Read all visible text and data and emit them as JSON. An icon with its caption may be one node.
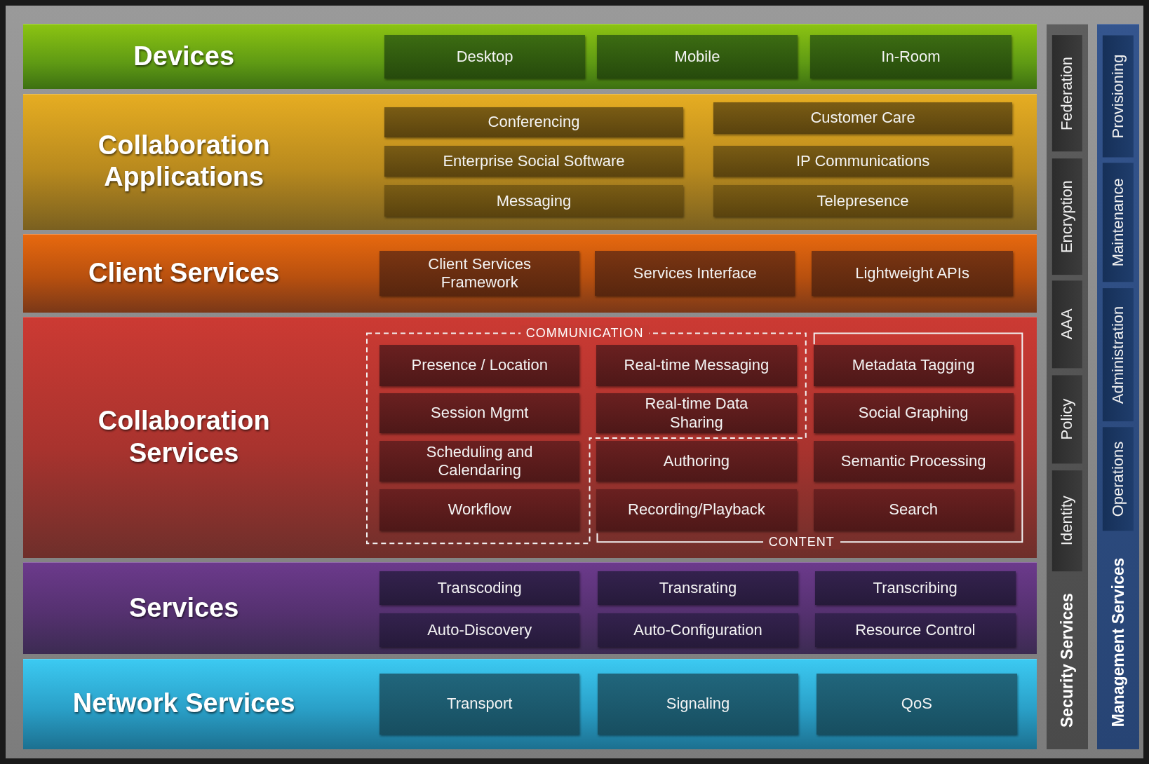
{
  "diagram": {
    "nodes": [
      {
        "text": [
          "Devices"
        ]
      },
      {
        "text": [
          "Desktop"
        ],
        "in": 0
      },
      {
        "text": [
          "Mobile"
        ],
        "in": 0
      },
      {
        "text": [
          "In-Room"
        ],
        "in": 0
      },
      {
        "text": [
          "Collaboration Applications"
        ]
      },
      {
        "text": [
          "Conferencing"
        ],
        "in": 4
      },
      {
        "text": [
          "Customer Care"
        ],
        "in": 4
      },
      {
        "text": [
          "Enterprise Social Software"
        ],
        "in": 4
      },
      {
        "text": [
          "IP Communications"
        ],
        "in": 4
      },
      {
        "text": [
          "Messaging"
        ],
        "in": 4
      },
      {
        "text": [
          "Telepresence"
        ],
        "in": 4
      },
      {
        "text": [
          "Client Services"
        ]
      },
      {
        "text": [
          "Client Services Framework"
        ],
        "in": 11
      },
      {
        "text": [
          "Services Interface"
        ],
        "in": 11
      },
      {
        "text": [
          "Lightweight APIs"
        ],
        "in": 11
      },
      {
        "text": [
          "Collaboration Services"
        ]
      },
      {
        "text": [
          "COMMUNICATION"
        ],
        "in": 15
      },
      {
        "text": [
          "Presence / Location"
        ],
        "in": 16
      },
      {
        "text": [
          "Real-time Messaging"
        ]
      },
      {
        "text": [
          "Session Mgmt"
        ],
        "in": 16
      },
      {
        "text": [
          "Real-time Data Sharing"
        ]
      },
      {
        "text": [
          "Scheduling and Calendaring"
        ],
        "in": 16
      },
      {
        "text": [
          "Workflow"
        ],
        "in": 16
      },
      {
        "text": [
          "CONTENT"
        ],
        "in": 15
      },
      {
        "text": [
          "Metadata Tagging"
        ],
        "in": 23
      },
      {
        "text": [
          "Social Graphing"
        ],
        "in": 23
      },
      {
        "text": [
          "Authoring"
        ],
        "in": 23
      },
      {
        "text": [
          "Semantic Processing"
        ],
        "in": 23
      },
      {
        "text": [
          "Recording/Playback"
        ],
        "in": 23
      },
      {
        "text": [
          "Search"
        ],
        "in": 23
      },
      {
        "text": [
          "Services"
        ]
      },
      {
        "text": [
          "Transcoding"
        ],
        "in": 30
      },
      {
        "text": [
          "Transrating"
        ],
        "in": 30
      },
      {
        "text": [
          "Transcribing"
        ],
        "in": 30
      },
      {
        "text": [
          "Auto-Discovery"
        ],
        "in": 30
      },
      {
        "text": [
          "Auto-Configuration"
        ],
        "in": 30
      },
      {
        "text": [
          "Resource Control"
        ],
        "in": 30
      },
      {
        "text": [
          "Network Services"
        ]
      },
      {
        "text": [
          "Transport"
        ],
        "in": 37
      },
      {
        "text": [
          "Signaling"
        ],
        "in": 37
      },
      {
        "text": [
          "QoS"
        ],
        "in": 37
      },
      {
        "text": [
          "Security Services"
        ]
      },
      {
        "text": [
          "Federation"
        ],
        "in": 41
      },
      {
        "text": [
          "Encryption"
        ],
        "in": 41
      },
      {
        "text": [
          "AAA"
        ],
        "in": 41
      },
      {
        "text": [
          "Policy"
        ],
        "in": 41
      },
      {
        "text": [
          "Identity"
        ],
        "in": 41
      },
      {
        "text": [
          "Management Services"
        ]
      },
      {
        "text": [
          "Provisioning"
        ],
        "in": 47
      },
      {
        "text": [
          "Maintenance"
        ],
        "in": 47
      },
      {
        "text": [
          "Administration"
        ],
        "in": 47
      },
      {
        "text": [
          "Operations"
        ],
        "in": 47
      }
    ]
  }
}
